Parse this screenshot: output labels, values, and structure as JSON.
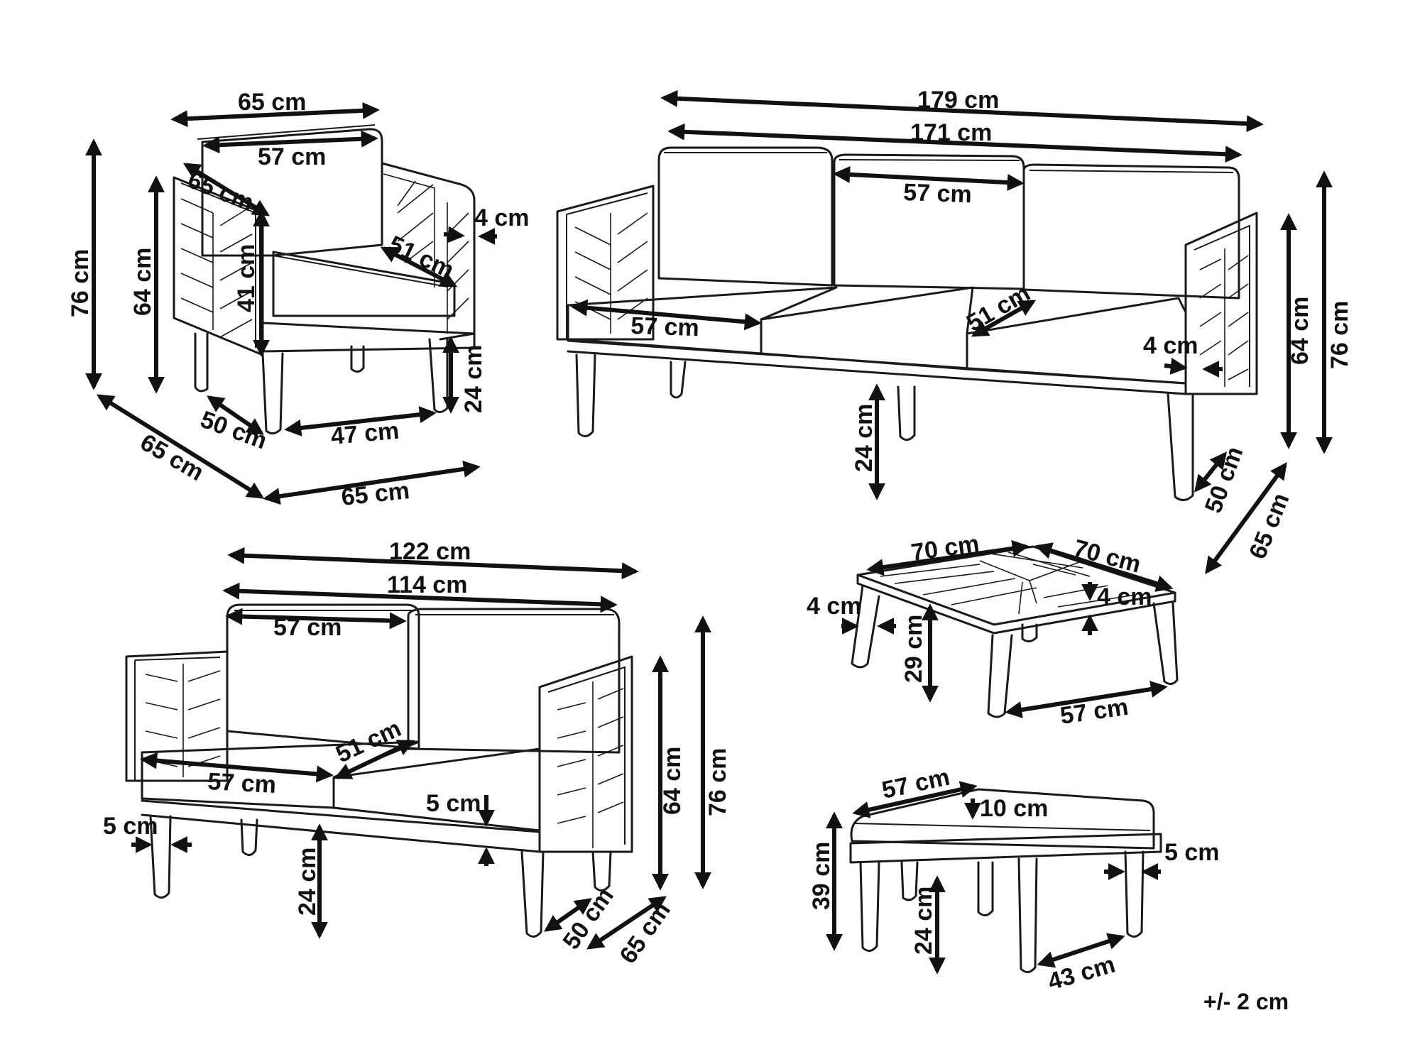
{
  "armchair": {
    "width_top": "65 cm",
    "back_width": "57 cm",
    "arm_depth": "65 cm",
    "arm_thickness": "4 cm",
    "seat_depth": "51 cm",
    "back_height": "41 cm",
    "arm_height": "64 cm",
    "total_height": "76 cm",
    "leg_height": "24 cm",
    "leg_depth": "50 cm",
    "leg_width": "47 cm",
    "base_depth": "65 cm",
    "base_width": "65 cm"
  },
  "sofa3": {
    "total_width": "179 cm",
    "inner_width": "171 cm",
    "cushion_width": "57 cm",
    "seat_width": "57 cm",
    "seat_depth": "51 cm",
    "arm_thickness": "4 cm",
    "arm_height": "64 cm",
    "total_height": "76 cm",
    "leg_height": "24 cm",
    "leg_depth": "50 cm",
    "depth": "65 cm"
  },
  "sofa2": {
    "total_width": "122 cm",
    "inner_width": "114 cm",
    "cushion_width": "57 cm",
    "seat_width": "57 cm",
    "seat_depth": "51 cm",
    "cushion_thickness": "5 cm",
    "leg_thickness": "5 cm",
    "leg_height": "24 cm",
    "arm_height": "64 cm",
    "total_height": "76 cm",
    "leg_depth": "50 cm",
    "depth": "65 cm"
  },
  "table": {
    "length": "70 cm",
    "width": "70 cm",
    "leg_thickness": "4 cm",
    "top_thickness": "4 cm",
    "height": "29 cm",
    "leg_span": "57 cm"
  },
  "ottoman": {
    "width": "57 cm",
    "cushion_thickness": "10 cm",
    "frame_thickness": "5 cm",
    "height": "39 cm",
    "leg_height": "24 cm",
    "leg_span": "43 cm"
  },
  "tolerance": "+/- 2 cm"
}
